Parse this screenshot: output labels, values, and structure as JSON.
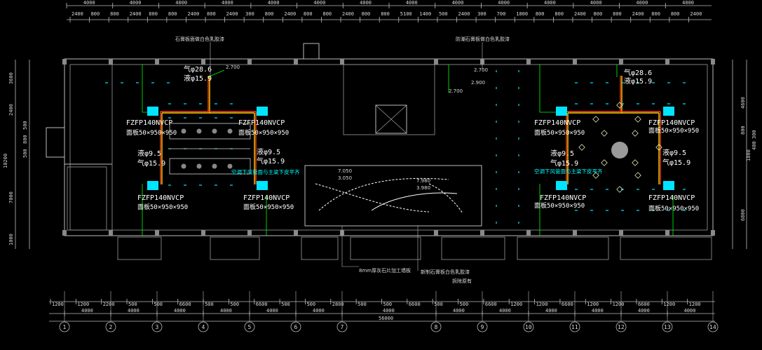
{
  "top_dims_row1": [
    "4000",
    "4000",
    "4000",
    "4000",
    "4000",
    "4000",
    "4000",
    "4000",
    "4000",
    "4000",
    "4000",
    "4000",
    "4000",
    "4000"
  ],
  "top_dims_row2": [
    "2400",
    "800",
    "800",
    "2400",
    "800",
    "800",
    "2400",
    "800",
    "2400",
    "300",
    "800",
    "2400",
    "800",
    "800",
    "2400",
    "800",
    "800",
    "5100",
    "1400",
    "500",
    "2400",
    "300",
    "700",
    "1800",
    "800",
    "800",
    "2400",
    "800",
    "800",
    "2400",
    "800",
    "800",
    "2400"
  ],
  "left_dims": [
    "3600",
    "2400",
    "500",
    "800",
    "500",
    "10200",
    "7000",
    "1000"
  ],
  "right_dims": [
    "4600",
    "800",
    "300",
    "400",
    "1800",
    "6800"
  ],
  "bottom_dims_row1": [
    "1200",
    "1200",
    "2200",
    "500",
    "500",
    "6600",
    "500",
    "500",
    "6600",
    "500",
    "500",
    "2800",
    "500",
    "500",
    "6600",
    "500",
    "500",
    "6600",
    "1200",
    "1200",
    "6600",
    "1200",
    "1200",
    "6600",
    "1200",
    "1200"
  ],
  "bottom_dims_row2": [
    "4000",
    "4000",
    "4000",
    "4000",
    "4000",
    "4000",
    "4000",
    "4000",
    "4000",
    "4000",
    "4000",
    "4000",
    "4000"
  ],
  "total_dim": "56000",
  "axes": [
    "1",
    "2",
    "3",
    "4",
    "5",
    "6",
    "7",
    "8",
    "9",
    "10",
    "11",
    "12",
    "13",
    "14"
  ],
  "notes": {
    "top_left": "石膏板面做白色乳胶漆",
    "top_mid": "防潮石膏板做白色乳胶漆",
    "bottom_left": "8mm厚灰石片加工墙板",
    "bottom_mid": "新制石膏板白色乳胶漆",
    "bottom_mid2": "拆除原有",
    "center_left": "空调下风管面与主梁下皮平齐",
    "center_right": "空调下风管面与主梁下皮平齐"
  },
  "levels": {
    "l1": "2.700",
    "l2": "2.700",
    "l3": "2.900",
    "l4": "2.700",
    "l5": "7.050",
    "l6": "3.050",
    "l7": "7.980",
    "l8": "3.980"
  },
  "units": [
    {
      "model": "FZFP140NVCP",
      "panel": "面板50×950×950"
    },
    {
      "model": "FZFP140NVCP",
      "panel": "面板50×950×950"
    },
    {
      "model": "FZFP140NVCP",
      "panel": "面板50×950×950"
    },
    {
      "model": "FZFP140NVCP",
      "panel": "面板50×950×950"
    },
    {
      "model": "FZFP140NVCP",
      "panel": "面板50×950×950"
    },
    {
      "model": "FZFP140NVCP",
      "panel": "面板50×950×950"
    },
    {
      "model": "FZFP140NVCP",
      "panel": "面板50×950×950"
    },
    {
      "model": "FZFP140NVCP",
      "panel": "面板50×950×950"
    }
  ],
  "pipes": {
    "gas_286": "气φ28.6",
    "liq_159": "液φ15.9",
    "liq_95": "液φ9.5",
    "gas_159": "气φ15.9"
  },
  "colors": {
    "background": "#000000",
    "wall": "#bdbdbd",
    "duct_red": "#ff3b1f",
    "duct_yellow": "#ffd000",
    "unit": "#00e5ff",
    "annotation": "#00ff00"
  }
}
